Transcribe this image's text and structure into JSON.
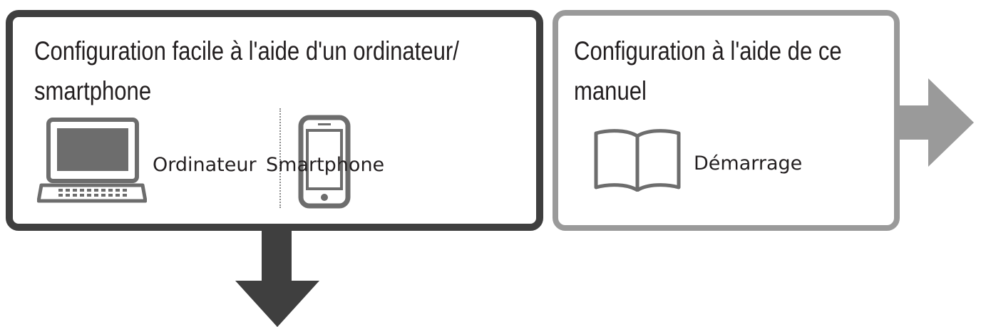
{
  "panels": {
    "computer_smartphone": {
      "title_line1": "Configuration facile à l'aide d'un ordinateur/",
      "title_line2": "smartphone",
      "laptop_label": "Ordinateur",
      "smartphone_label": "Smartphone",
      "laptop_icon": "laptop-icon",
      "smartphone_icon": "smartphone-icon"
    },
    "manual": {
      "title_line1": "Configuration à l'aide de ce",
      "title_line2": "manuel",
      "book_label": "Démarrage",
      "book_icon": "open-book-icon"
    }
  },
  "colors": {
    "primary_border": "#3f3f3f",
    "secondary_border": "#9a9a9a",
    "down_arrow": "#3f3f3f",
    "right_arrow": "#9a9a9a"
  }
}
